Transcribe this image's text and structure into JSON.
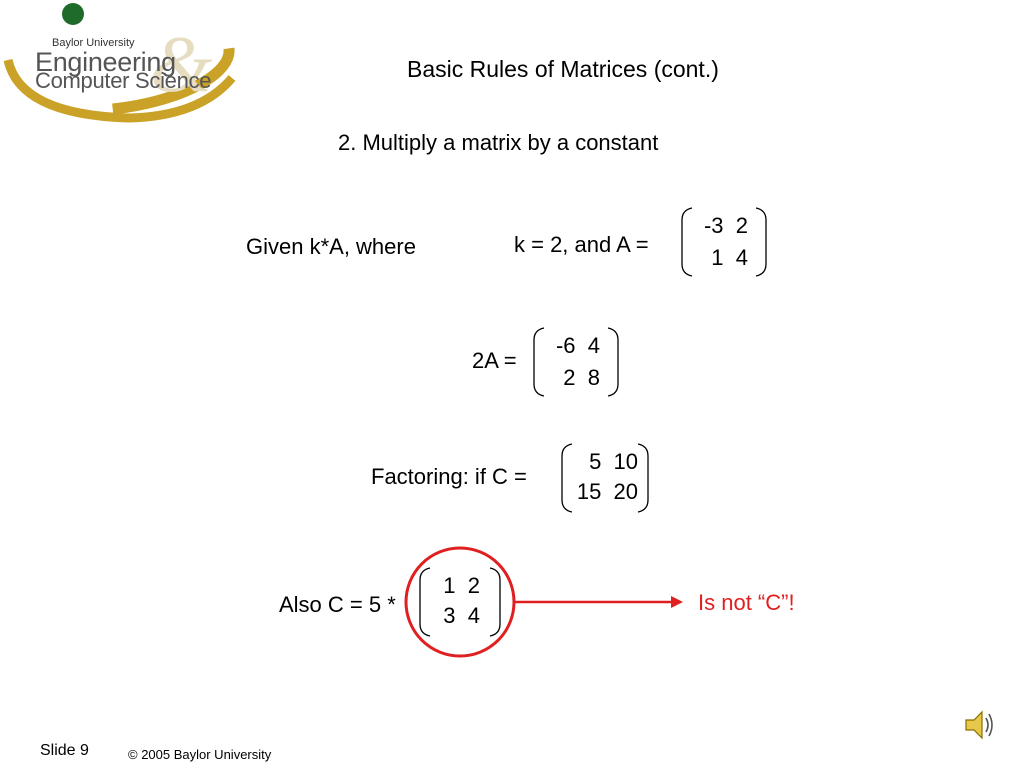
{
  "logo": {
    "university": "Baylor University",
    "line1": "Engineering",
    "line2": "Computer Science",
    "ampersand": "&",
    "colors": {
      "gold": "#c9a227",
      "green": "#1f6b2b",
      "gray": "#555555"
    }
  },
  "slide": {
    "title": "Basic Rules of Matrices (cont.)",
    "subtitle": "2.  Multiply a matrix by a constant",
    "given_text": "Given k*A, where",
    "k_text": "k = 2, and A =",
    "matrix_a": [
      "-3  2",
      "1  4"
    ],
    "two_a_label": "2A =",
    "matrix_2a": [
      "-6  4",
      "2  8"
    ],
    "factoring_label": "Factoring:  if C =",
    "matrix_c": [
      "5  10",
      "15  20"
    ],
    "also_label": "Also C = 5 *",
    "matrix_factored": [
      "1  2",
      "3  4"
    ],
    "note": "Is not “C”!",
    "accent_color": "#e02020"
  },
  "footer": {
    "slide_number": "Slide 9",
    "copyright": "© 2005 Baylor University"
  },
  "icons": {
    "sound": "speaker-icon"
  }
}
